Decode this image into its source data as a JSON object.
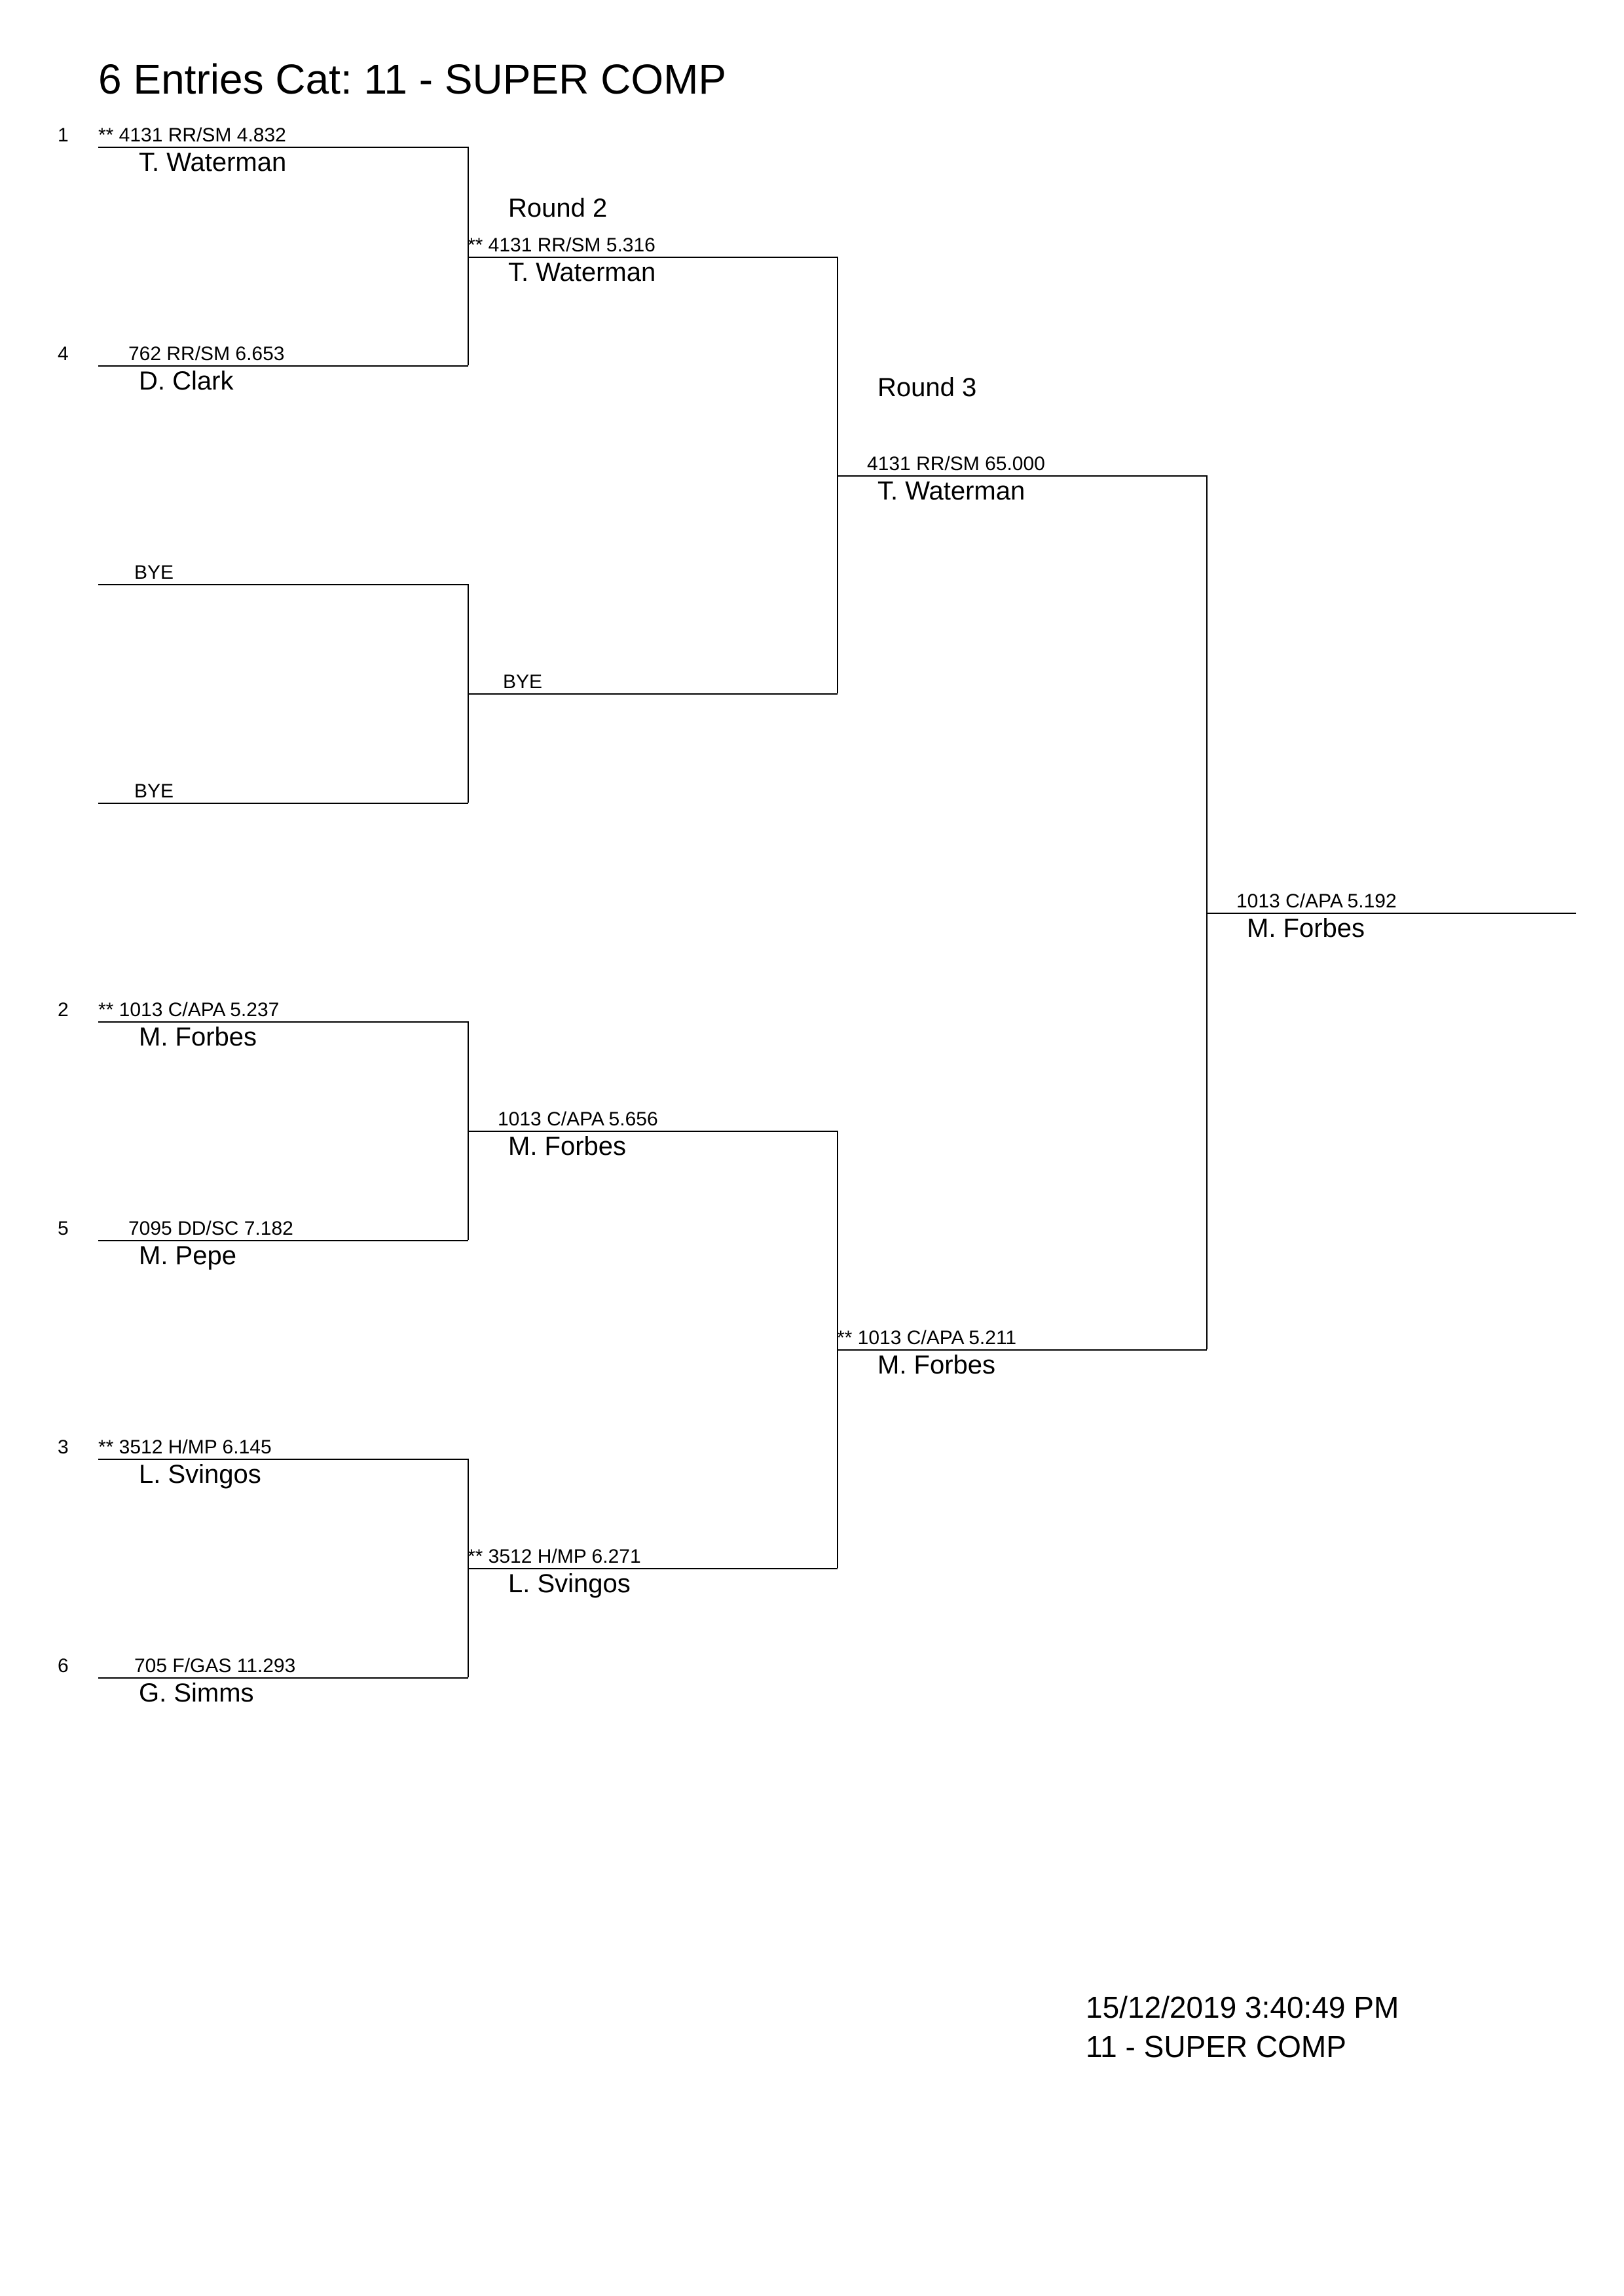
{
  "title": "6 Entries Cat: 11 - SUPER COMP",
  "round_labels": {
    "round2": "Round 2",
    "round3": "Round 3"
  },
  "round1": [
    {
      "seed": "1",
      "entry": "**  4131  RR/SM  4.832",
      "name": "T. Waterman"
    },
    {
      "seed": "4",
      "entry": "762  RR/SM  6.653",
      "name": "D. Clark"
    },
    {
      "seed": "",
      "entry": "BYE",
      "name": ""
    },
    {
      "seed": "",
      "entry": "BYE",
      "name": ""
    },
    {
      "seed": "2",
      "entry": "**  1013  C/APA  5.237",
      "name": "M. Forbes"
    },
    {
      "seed": "5",
      "entry": "7095  DD/SC  7.182",
      "name": "M. Pepe"
    },
    {
      "seed": "3",
      "entry": "**  3512  H/MP  6.145",
      "name": "L. Svingos"
    },
    {
      "seed": "6",
      "entry": "705  F/GAS  11.293",
      "name": "G. Simms"
    }
  ],
  "round2": [
    {
      "entry": "**  4131  RR/SM  5.316",
      "name": "T. Waterman"
    },
    {
      "entry": "BYE",
      "name": ""
    },
    {
      "entry": "1013  C/APA  5.656",
      "name": "M. Forbes"
    },
    {
      "entry": "**  3512  H/MP  6.271",
      "name": "L. Svingos"
    }
  ],
  "round3": [
    {
      "entry": "4131  RR/SM  65.000",
      "name": "T. Waterman"
    },
    {
      "entry": "**  1013  C/APA  5.211",
      "name": "M. Forbes"
    }
  ],
  "final": {
    "entry": "1013  C/APA  5.192",
    "name": "M. Forbes"
  },
  "footer": {
    "timestamp": "15/12/2019 3:40:49 PM",
    "category": "11 - SUPER COMP"
  }
}
